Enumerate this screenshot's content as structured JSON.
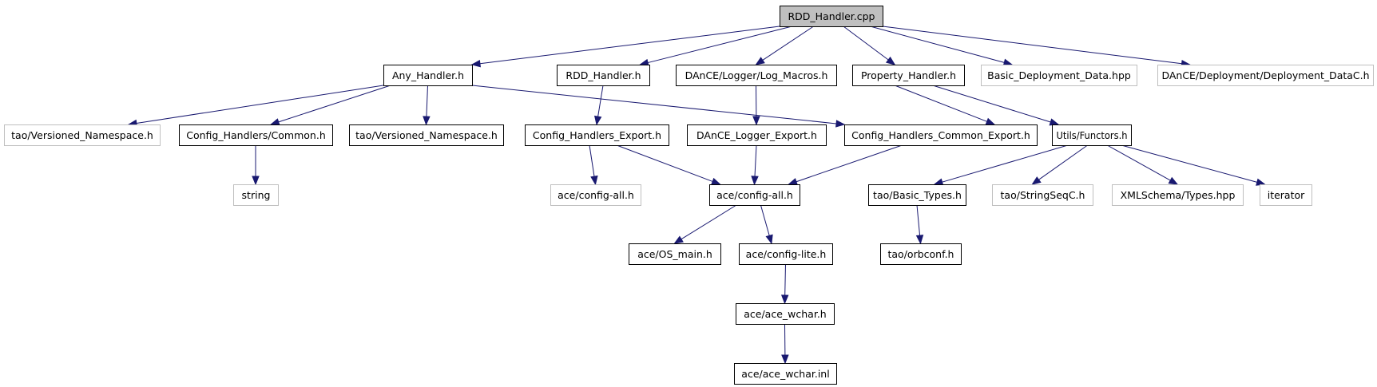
{
  "diagram": {
    "title": "RDD_Handler.cpp include dependency graph",
    "colors": {
      "edge": "#191970",
      "root_fill": "#bfbfbf",
      "documented_border": "#000000",
      "undocumented_border": "#bfbfbf"
    },
    "nodes": [
      {
        "id": "root",
        "label": "RDD_Handler.cpp",
        "kind": "root"
      },
      {
        "id": "any_handler",
        "label": "Any_Handler.h",
        "kind": "documented"
      },
      {
        "id": "rdd_handler_h",
        "label": "RDD_Handler.h",
        "kind": "documented"
      },
      {
        "id": "log_macros",
        "label": "DAnCE/Logger/Log_Macros.h",
        "kind": "documented"
      },
      {
        "id": "property_handler",
        "label": "Property_Handler.h",
        "kind": "documented"
      },
      {
        "id": "basic_deployment_data",
        "label": "Basic_Deployment_Data.hpp",
        "kind": "external"
      },
      {
        "id": "deployment_datac",
        "label": "DAnCE/Deployment/Deployment_DataC.h",
        "kind": "external"
      },
      {
        "id": "tao_versioned_ext",
        "label": "tao/Versioned_Namespace.h",
        "kind": "external"
      },
      {
        "id": "ch_common",
        "label": "Config_Handlers/Common.h",
        "kind": "documented"
      },
      {
        "id": "tao_versioned",
        "label": "tao/Versioned_Namespace.h",
        "kind": "documented"
      },
      {
        "id": "ch_export",
        "label": "Config_Handlers_Export.h",
        "kind": "documented"
      },
      {
        "id": "logger_export",
        "label": "DAnCE_Logger_Export.h",
        "kind": "documented"
      },
      {
        "id": "ch_common_export",
        "label": "Config_Handlers_Common_Export.h",
        "kind": "documented"
      },
      {
        "id": "functors",
        "label": "Utils/Functors.h",
        "kind": "documented"
      },
      {
        "id": "string",
        "label": "string",
        "kind": "external"
      },
      {
        "id": "config_all_ext",
        "label": "ace/config-all.h",
        "kind": "external"
      },
      {
        "id": "config_all",
        "label": "ace/config-all.h",
        "kind": "documented"
      },
      {
        "id": "basic_types",
        "label": "tao/Basic_Types.h",
        "kind": "documented"
      },
      {
        "id": "stringseqc",
        "label": "tao/StringSeqC.h",
        "kind": "external"
      },
      {
        "id": "xmlschema_types",
        "label": "XMLSchema/Types.hpp",
        "kind": "external"
      },
      {
        "id": "iterator",
        "label": "iterator",
        "kind": "external"
      },
      {
        "id": "os_main",
        "label": "ace/OS_main.h",
        "kind": "documented"
      },
      {
        "id": "config_lite",
        "label": "ace/config-lite.h",
        "kind": "documented"
      },
      {
        "id": "orbconf",
        "label": "tao/orbconf.h",
        "kind": "documented"
      },
      {
        "id": "ace_wchar_h",
        "label": "ace/ace_wchar.h",
        "kind": "documented"
      },
      {
        "id": "ace_wchar_inl",
        "label": "ace/ace_wchar.inl",
        "kind": "documented"
      }
    ],
    "edges": [
      [
        "root",
        "any_handler"
      ],
      [
        "root",
        "rdd_handler_h"
      ],
      [
        "root",
        "log_macros"
      ],
      [
        "root",
        "property_handler"
      ],
      [
        "root",
        "basic_deployment_data"
      ],
      [
        "root",
        "deployment_datac"
      ],
      [
        "any_handler",
        "tao_versioned_ext"
      ],
      [
        "any_handler",
        "ch_common"
      ],
      [
        "any_handler",
        "tao_versioned"
      ],
      [
        "any_handler",
        "ch_common_export"
      ],
      [
        "rdd_handler_h",
        "ch_export"
      ],
      [
        "log_macros",
        "logger_export"
      ],
      [
        "property_handler",
        "ch_common_export"
      ],
      [
        "property_handler",
        "functors"
      ],
      [
        "ch_common",
        "string"
      ],
      [
        "ch_export",
        "config_all_ext"
      ],
      [
        "ch_export",
        "config_all"
      ],
      [
        "logger_export",
        "config_all"
      ],
      [
        "ch_common_export",
        "config_all"
      ],
      [
        "functors",
        "basic_types"
      ],
      [
        "functors",
        "stringseqc"
      ],
      [
        "functors",
        "xmlschema_types"
      ],
      [
        "functors",
        "iterator"
      ],
      [
        "config_all",
        "os_main"
      ],
      [
        "config_all",
        "config_lite"
      ],
      [
        "basic_types",
        "orbconf"
      ],
      [
        "config_lite",
        "ace_wchar_h"
      ],
      [
        "ace_wchar_h",
        "ace_wchar_inl"
      ]
    ]
  }
}
